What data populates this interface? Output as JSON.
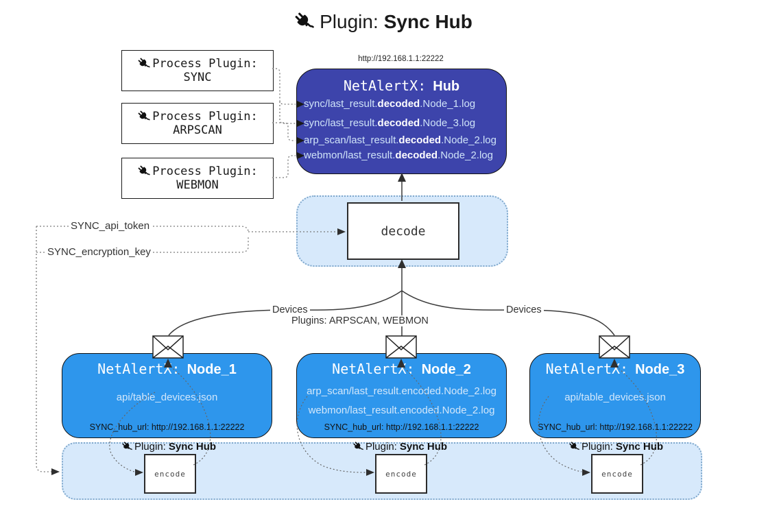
{
  "title": {
    "prefix": "Plugin:",
    "name": "Sync Hub"
  },
  "icons": {
    "plug": "plug-icon",
    "envelope": "envelope-icon"
  },
  "process_plugins": [
    {
      "label": "Process Plugin:",
      "name": "SYNC"
    },
    {
      "label": "Process Plugin:",
      "name": "ARPSCAN"
    },
    {
      "label": "Process Plugin:",
      "name": "WEBMON"
    }
  ],
  "hub": {
    "url": "http://192.168.1.1:22222",
    "title_prefix": "NetAlertX:",
    "title_name": "Hub",
    "entries": [
      {
        "pre": "sync/last_result.",
        "bold": "decoded",
        "post": ".Node_1.log"
      },
      {
        "pre": "sync/last_result.",
        "bold": "decoded",
        "post": ".Node_3.log"
      },
      {
        "pre": "arp_scan/last_result.",
        "bold": "decoded",
        "post": ".Node_2.log"
      },
      {
        "pre": "webmon/last_result.",
        "bold": "decoded",
        "post": ".Node_2.log"
      }
    ]
  },
  "decode": {
    "label": "decode"
  },
  "config": {
    "api_token": "SYNC_api_token",
    "encryption_key": "SYNC_encryption_key"
  },
  "edge_labels": {
    "left": "Devices",
    "middle": "Plugins: ARPSCAN, WEBMON",
    "right": "Devices"
  },
  "nodes": [
    {
      "title_prefix": "NetAlertX:",
      "title_name": "Node_1",
      "files": [
        "api/table_devices.json"
      ],
      "hub_url": "SYNC_hub_url: http://192.168.1.1:22222"
    },
    {
      "title_prefix": "NetAlertX:",
      "title_name": "Node_2",
      "files": [
        "arp_scan/last_result.encoded.Node_2.log",
        "webmon/last_result.encoded.Node_2.log"
      ],
      "hub_url": "SYNC_hub_url: http://192.168.1.1:22222"
    },
    {
      "title_prefix": "NetAlertX:",
      "title_name": "Node_3",
      "files": [
        "api/table_devices.json"
      ],
      "hub_url": "SYNC_hub_url: http://192.168.1.1:22222"
    }
  ],
  "encode_strip": {
    "plugin_prefix": "Plugin:",
    "plugin_name": "Sync Hub",
    "encode_label": "encode"
  },
  "colors": {
    "hub_fill": "#3d44ab",
    "node_fill": "#2e96ec",
    "container_fill": "#d7e9fb",
    "container_border": "#7fa8cc",
    "light_text": "#cfe3f8"
  }
}
